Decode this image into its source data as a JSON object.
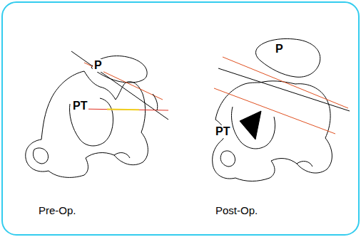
{
  "diagram": {
    "labels": [
      "P",
      "PT",
      "P",
      "PT",
      "Pre-Op.",
      "Post-Op."
    ]
  }
}
